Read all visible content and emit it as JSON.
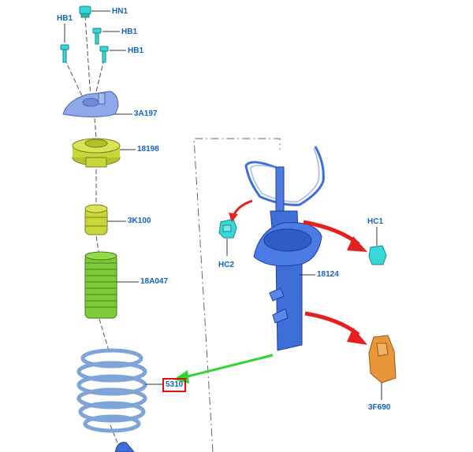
{
  "diagram": {
    "parts": [
      {
        "id": "hn1",
        "callout": "HN1"
      },
      {
        "id": "hb1_left",
        "callout": "HB1"
      },
      {
        "id": "hb1_mid",
        "callout": "HB1"
      },
      {
        "id": "hb1_low",
        "callout": "HB1"
      },
      {
        "id": "top_mount",
        "callout": "3A197"
      },
      {
        "id": "spring_seat",
        "callout": "18198"
      },
      {
        "id": "bump_stop",
        "callout": "3K100"
      },
      {
        "id": "dust_boot",
        "callout": "18A047"
      },
      {
        "id": "coil_spring",
        "callout": "5310",
        "highlighted": true
      },
      {
        "id": "strut",
        "callout": "18124"
      },
      {
        "id": "hc1_clip",
        "callout": "HC1"
      },
      {
        "id": "hc2_clip",
        "callout": "HC2"
      },
      {
        "id": "bracket",
        "callout": "3F690"
      }
    ],
    "colors": {
      "label_text": "#1462c8",
      "highlight_box": "#e01010",
      "removal_arrow": "#e52020",
      "pointer_arrow": "#2ed62e",
      "strut_blue": "#3e6fd8",
      "mount_blue": "#8ea8e8",
      "seat_yellow": "#c9d63a",
      "boot_green": "#7fcc3a",
      "spring_blue": "#a9c8ea",
      "clip_cyan": "#38d8d8",
      "bracket_orange": "#e8963a"
    }
  }
}
